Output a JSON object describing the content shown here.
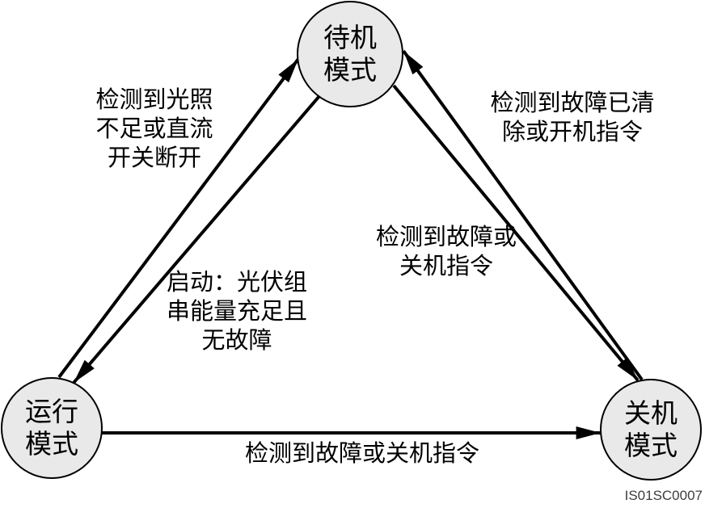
{
  "diagram": {
    "nodes": {
      "standby": {
        "label": "待机\n模式"
      },
      "running": {
        "label": "运行\n模式"
      },
      "shutdown": {
        "label": "关机\n模式"
      }
    },
    "edges": {
      "running_to_standby": {
        "from": "运行模式",
        "to": "待机模式",
        "label": "检测到光照\n不足或直流\n开关断开"
      },
      "standby_to_running": {
        "from": "待机模式",
        "to": "运行模式",
        "label": "启动：光伏组\n串能量充足且\n无故障"
      },
      "standby_to_shutdown": {
        "from": "待机模式",
        "to": "关机模式",
        "label": "检测到故障或\n关机指令"
      },
      "shutdown_to_standby": {
        "from": "关机模式",
        "to": "待机模式",
        "label": "检测到故障已清\n除或开机指令"
      },
      "running_to_shutdown": {
        "from": "运行模式",
        "to": "关机模式",
        "label": "检测到故障或关机指令"
      }
    },
    "figure_id": "IS01SC0007",
    "colors": {
      "background": "#ffffff",
      "node_fill": "#e9e9e9",
      "line": "#000000",
      "figure_id_text": "#3d3d3d"
    }
  }
}
